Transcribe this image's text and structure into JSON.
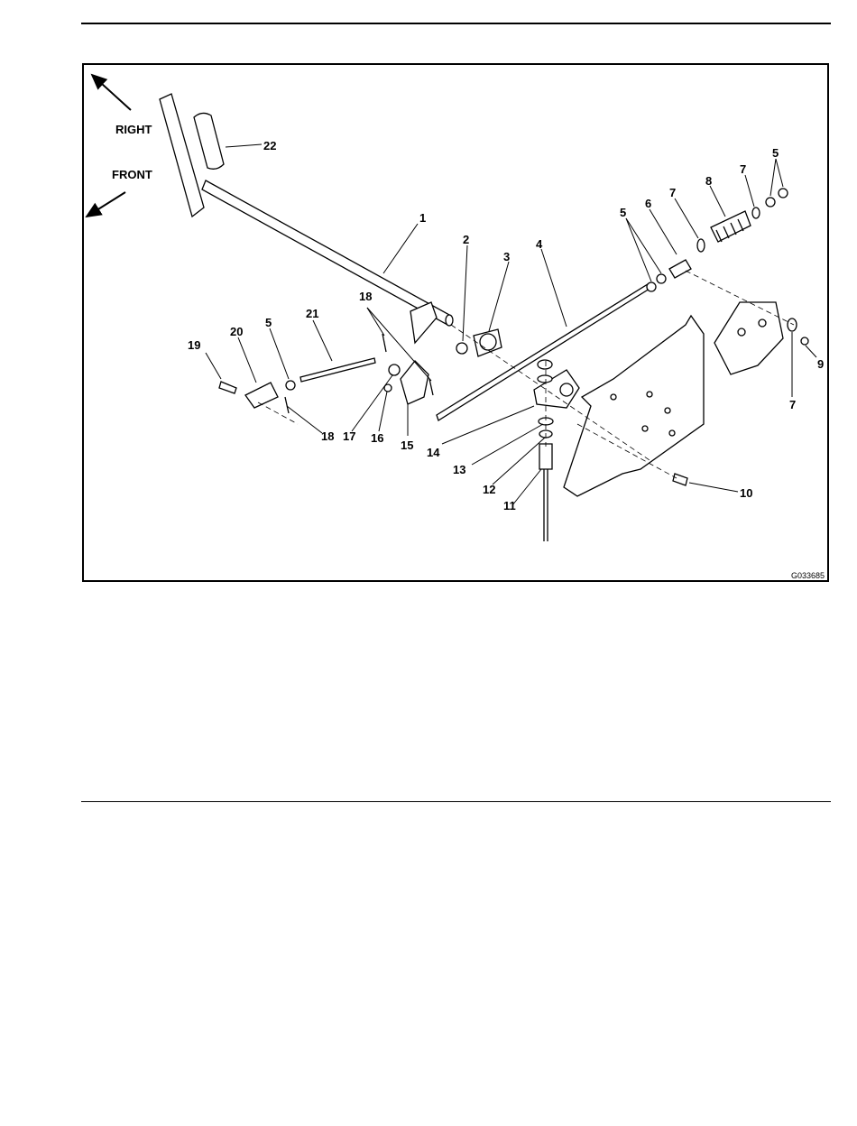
{
  "diagram": {
    "orientation": {
      "right_label": "RIGHT",
      "front_label": "FRONT"
    },
    "figure_id": "G033685",
    "callouts": [
      {
        "id": "c1",
        "label": "1"
      },
      {
        "id": "c2",
        "label": "2"
      },
      {
        "id": "c3",
        "label": "3"
      },
      {
        "id": "c4",
        "label": "4"
      },
      {
        "id": "c5a",
        "label": "5"
      },
      {
        "id": "c5b",
        "label": "5"
      },
      {
        "id": "c5c",
        "label": "5"
      },
      {
        "id": "c6",
        "label": "6"
      },
      {
        "id": "c7a",
        "label": "7"
      },
      {
        "id": "c7b",
        "label": "7"
      },
      {
        "id": "c7c",
        "label": "7"
      },
      {
        "id": "c8",
        "label": "8"
      },
      {
        "id": "c9",
        "label": "9"
      },
      {
        "id": "c10",
        "label": "10"
      },
      {
        "id": "c11",
        "label": "11"
      },
      {
        "id": "c12",
        "label": "12"
      },
      {
        "id": "c13",
        "label": "13"
      },
      {
        "id": "c14",
        "label": "14"
      },
      {
        "id": "c15",
        "label": "15"
      },
      {
        "id": "c16",
        "label": "16"
      },
      {
        "id": "c17",
        "label": "17"
      },
      {
        "id": "c18a",
        "label": "18"
      },
      {
        "id": "c18b",
        "label": "18"
      },
      {
        "id": "c19",
        "label": "19"
      },
      {
        "id": "c20",
        "label": "20"
      },
      {
        "id": "c21",
        "label": "21"
      },
      {
        "id": "c22",
        "label": "22"
      }
    ]
  }
}
